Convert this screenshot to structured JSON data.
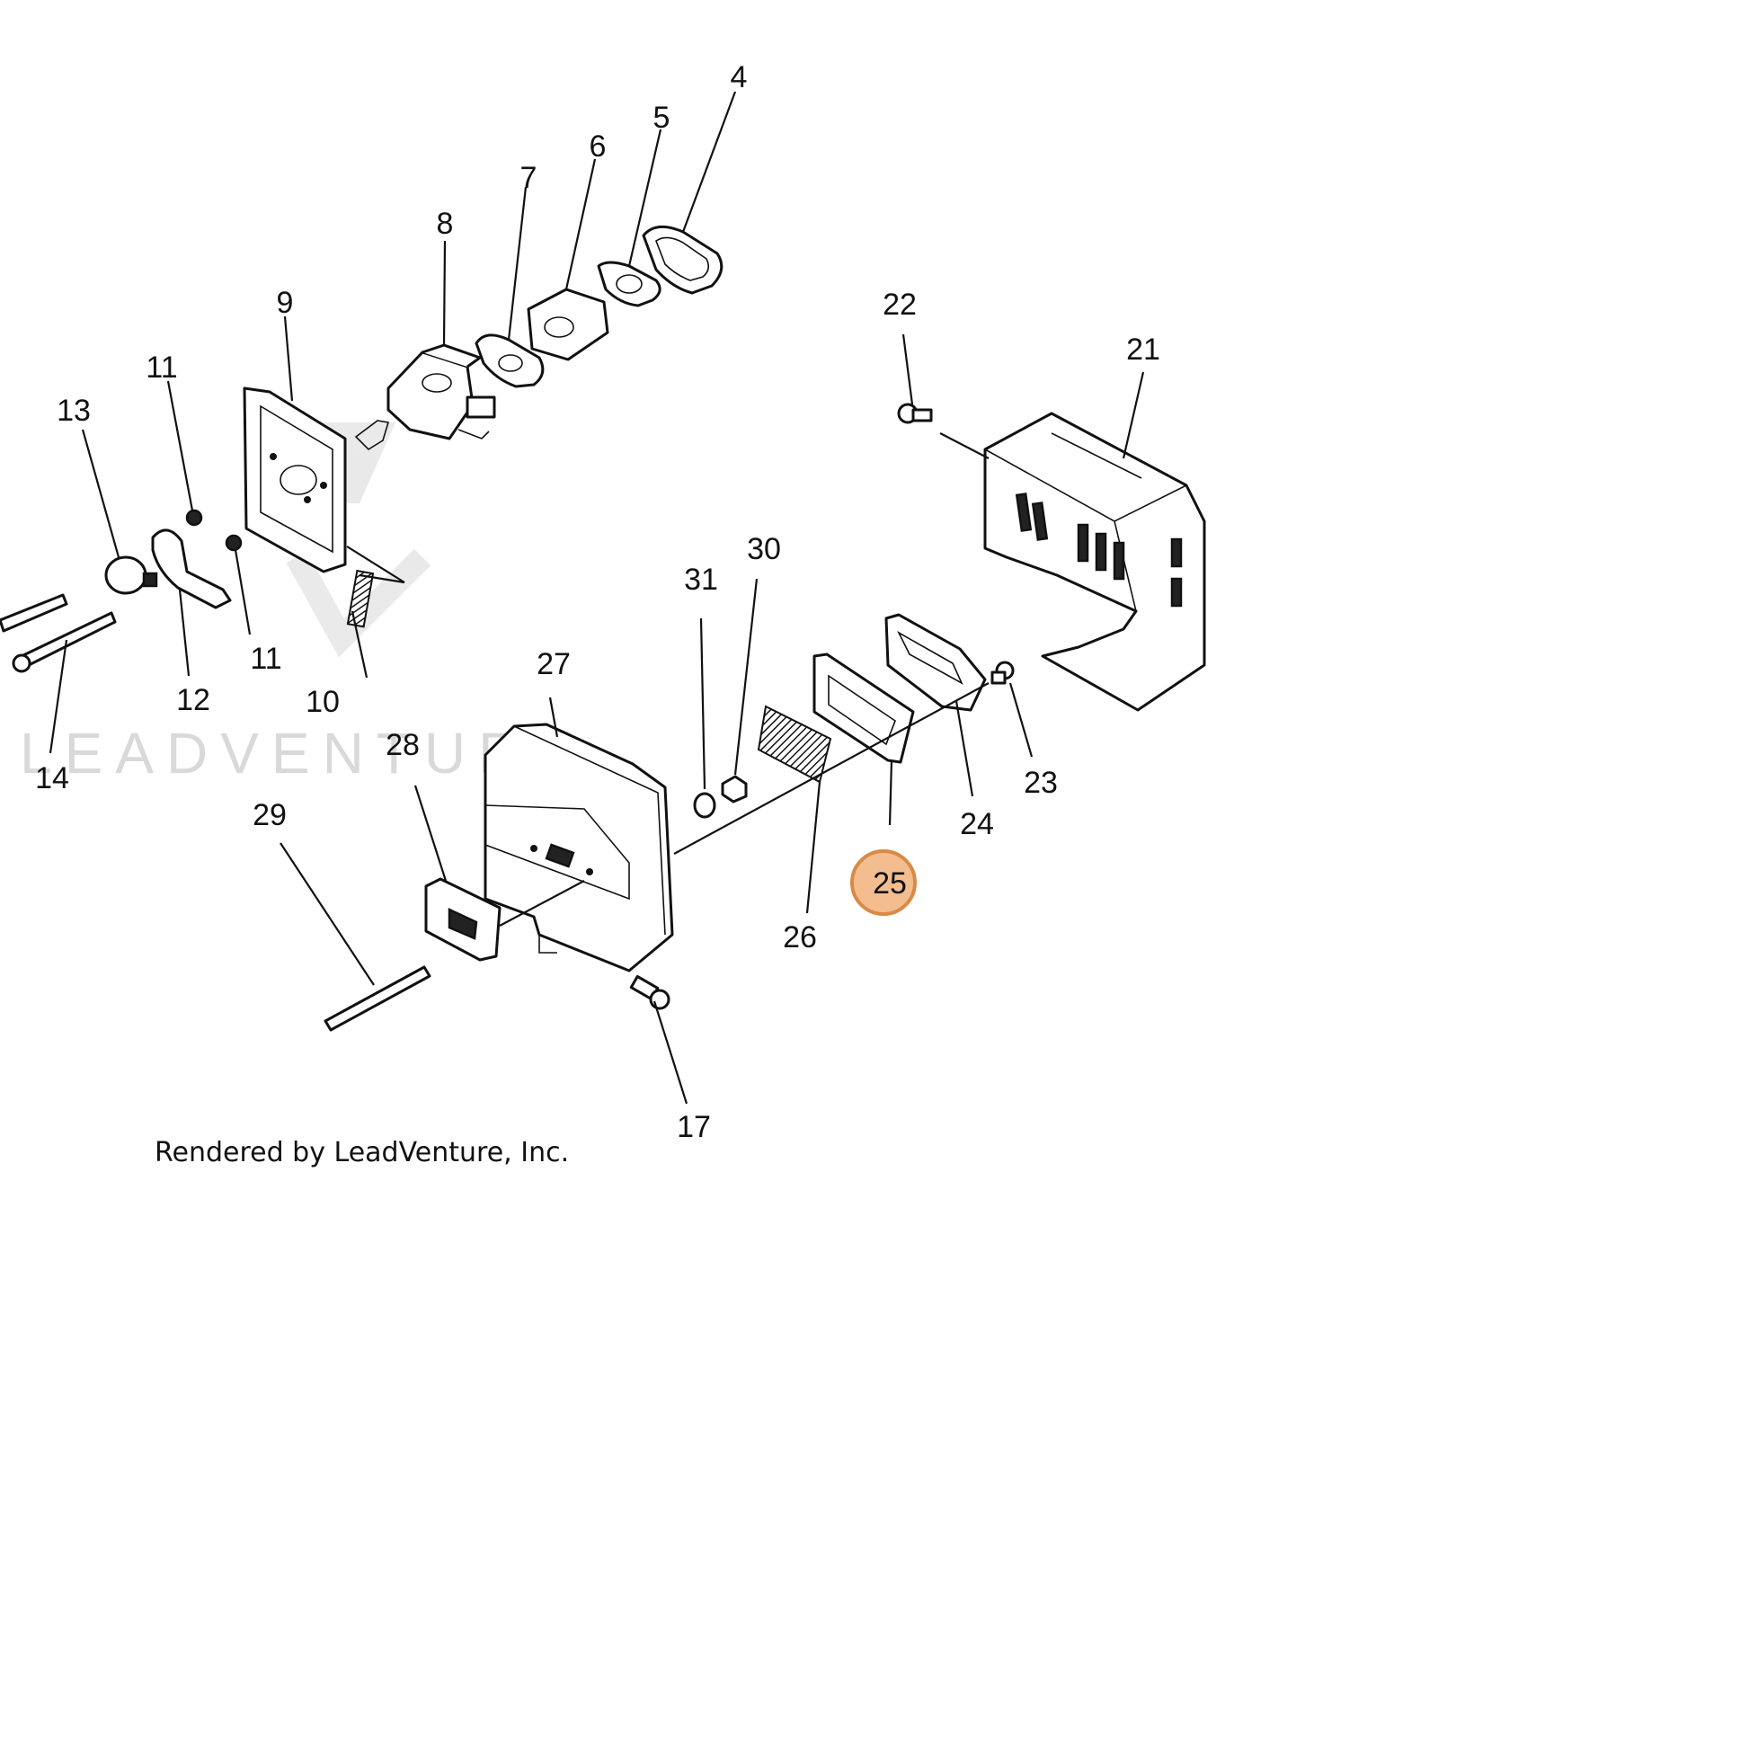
{
  "watermark": "LEADVENTURE",
  "credit": "Rendered by LeadVenture, Inc.",
  "highlight_color": "#f2b27c",
  "highlighted_part": "25",
  "callouts": {
    "p4": "4",
    "p5": "5",
    "p6": "6",
    "p7": "7",
    "p8": "8",
    "p9": "9",
    "p10": "10",
    "p11a": "11",
    "p11b": "11",
    "p12": "12",
    "p13": "13",
    "p14": "14",
    "p17": "17",
    "p21": "21",
    "p22": "22",
    "p23": "23",
    "p24": "24",
    "p25": "25",
    "p26": "26",
    "p27": "27",
    "p28": "28",
    "p29": "29",
    "p30": "30",
    "p31": "31"
  }
}
